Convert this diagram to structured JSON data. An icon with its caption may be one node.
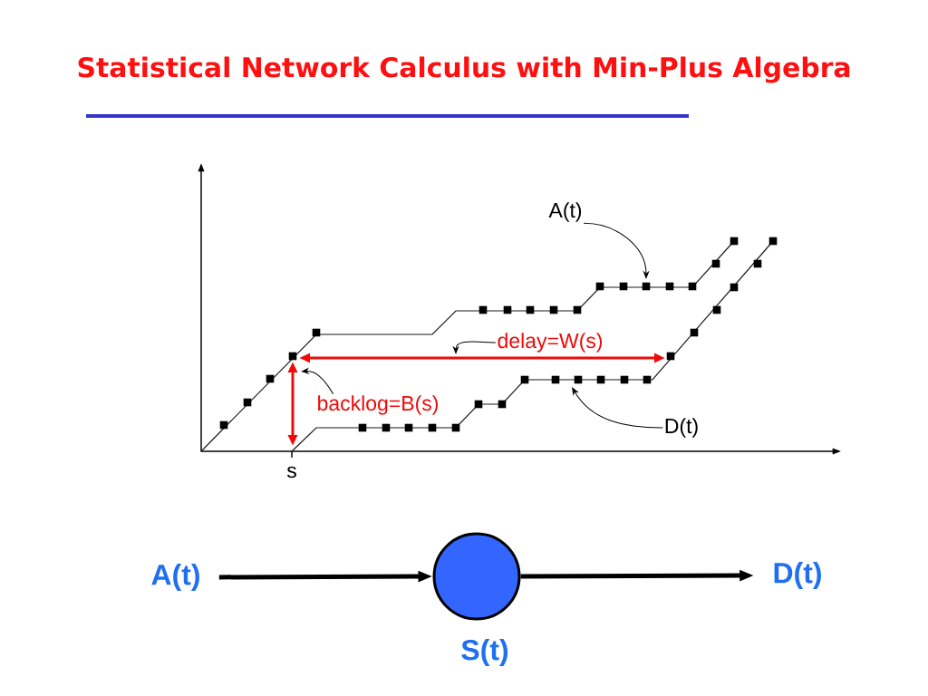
{
  "diagram": {
    "title": "Statistical Network Calculus with Min-Plus Algebra",
    "nodes": [
      {
        "text": [
          "A(t)"
        ]
      },
      {
        "text": [
          "delay=W(s)"
        ]
      },
      {
        "text": [
          "backlog=B(s)"
        ]
      },
      {
        "text": [
          "D(t)"
        ]
      },
      {
        "text": [
          "A(t)"
        ]
      },
      {
        "text": [],
        "shape": "circle",
        "beside": [
          "S(t)"
        ]
      },
      {
        "text": [
          "D(t)"
        ]
      }
    ],
    "edges": [
      {
        "from": 0,
        "to": null,
        "arrow": "to"
      },
      {
        "from": 1,
        "to": null,
        "arrow": "to"
      },
      {
        "from": 2,
        "to": null,
        "arrow": "to"
      },
      {
        "from": 3,
        "to": null,
        "arrow": "to"
      },
      {
        "from": 4,
        "to": 5,
        "arrow": "to",
        "style": "thick"
      },
      {
        "from": 5,
        "to": 6,
        "arrow": "to",
        "style": "thick"
      }
    ],
    "labels": [
      "s"
    ]
  }
}
